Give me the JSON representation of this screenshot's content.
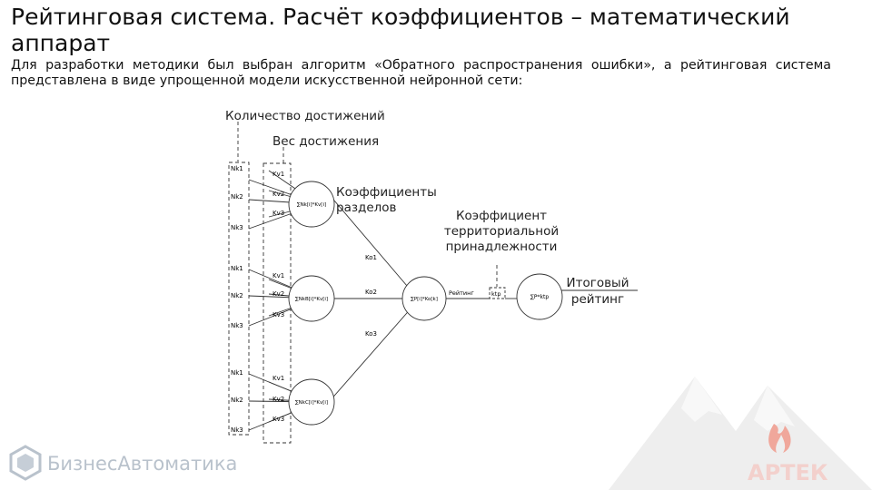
{
  "slide": {
    "title": "Рейтинговая система. Расчёт коэффициентов – математический аппарат",
    "body": "Для разработки методики был выбран алгоритм «Обратного распространения ошибки», а рейтинговая система представлена в виде упрощенной модели искусственной нейронной сети:"
  },
  "diagram": {
    "labels": {
      "achievements_count": "Количество достижений",
      "achievement_weight": "Вес достижения",
      "section_coefficients": "Коэффициенты разделов",
      "territorial_coefficient": "Коэффициент территориальной принадлежности",
      "final_rating": "Итоговый рейтинг"
    },
    "groups": [
      {
        "nk": [
          "Nk1",
          "Nk2",
          "Nk3"
        ],
        "kv": [
          "Kv1",
          "Kv2",
          "Kv3"
        ],
        "node": "∑Nk[i]*Kv[i]"
      },
      {
        "nk": [
          "Nk1",
          "Nk2",
          "Nk3"
        ],
        "kv": [
          "Kv1",
          "Kv2",
          "Kv3"
        ],
        "node": "∑NkB[i]*Kv[i]"
      },
      {
        "nk": [
          "Nk1",
          "Nk2",
          "Nk3"
        ],
        "kv": [
          "Kv1",
          "Kv2",
          "Kv3"
        ],
        "node": "∑NkC[i]*Kv[i]"
      }
    ],
    "ko": [
      "Ko1",
      "Ko2",
      "Ko3"
    ],
    "sum_node": "∑P[i]*Ko[k]",
    "rating_label": "Рейтинг",
    "ktp_label": "ktp",
    "final_node": "∑P*ktp"
  },
  "watermark": {
    "brand": "БизнесАвтоматика"
  },
  "logo": {
    "text": "АРТЕК"
  },
  "colors": {
    "line": "#333333",
    "watermark": "#b9c2cc",
    "logo_text": "#f3d0cc",
    "logo_flame": "#f0a79b",
    "mountain": "#efefef"
  }
}
